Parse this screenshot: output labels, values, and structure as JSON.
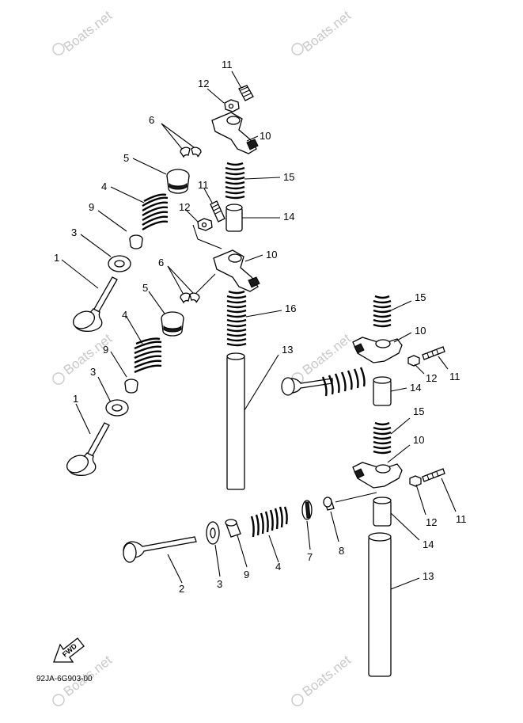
{
  "watermark": "Boats.net",
  "diagram_code": "92JA-6G903-00",
  "fwd_label": "FWD",
  "callouts": {
    "c1a": "1",
    "c1b": "1",
    "c2": "2",
    "c3a": "3",
    "c3b": "3",
    "c3c": "3",
    "c4a": "4",
    "c4b": "4",
    "c4c": "4",
    "c5a": "5",
    "c5b": "5",
    "c6a": "6",
    "c6b": "6",
    "c7": "7",
    "c8": "8",
    "c9a": "9",
    "c9b": "9",
    "c9c": "9",
    "c10a": "10",
    "c10b": "10",
    "c10c": "10",
    "c10d": "10",
    "c11a": "11",
    "c11b": "11",
    "c11c": "11",
    "c11d": "11",
    "c12a": "12",
    "c12b": "12",
    "c12c": "12",
    "c12d": "12",
    "c13a": "13",
    "c13b": "13",
    "c14a": "14",
    "c14b": "14",
    "c14c": "14",
    "c15a": "15",
    "c15b": "15",
    "c15c": "15",
    "c16": "16"
  }
}
